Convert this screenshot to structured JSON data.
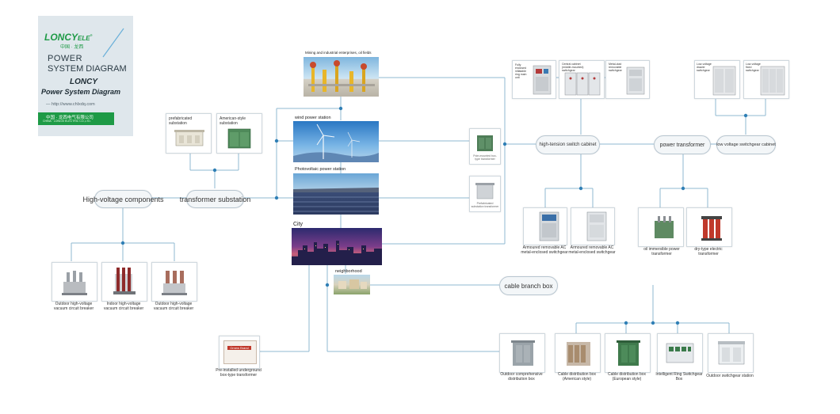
{
  "logo": {
    "brand": "LONCY",
    "brand_suffix": "ELE",
    "reg": "®",
    "cn_name": "中国 · 龙西",
    "line1": "POWER",
    "line2": "SYSTEM DIAGRAM",
    "line3": "LONCY",
    "line4": "Power System Diagram",
    "url": "— http://www.chlxdq.com",
    "band_cn": "中国 · 龙西电气有限公司",
    "band_en": "CHINA · LONGXI ELECTRIC CO.,LTD."
  },
  "center": {
    "mining_label": "Mining and industrial enterprises, oil fields",
    "wind_label": "wind power station",
    "pv_label": "Photovoltaic power station",
    "city_label": "City",
    "neighborhood_label": "neighborhood"
  },
  "left": {
    "high_voltage_components": "High-voltage components",
    "transformer_substation": "transformer substation",
    "prefab_substation": "prefabricated substation",
    "american_substation": "American-style substation",
    "breakers": [
      "Outdoor high-voltage vacuum circuit breaker",
      "Indoor high-voltage vacuum circuit breaker",
      "Outdoor high-voltage vacuum circuit breaker"
    ],
    "underground_transformer": "Pre-installed underground box-type transformer",
    "underground_brand": "Ornew Brand"
  },
  "right": {
    "high_tension": "high-tension switch cabinet",
    "power_transformer": "power transformer",
    "low_voltage": "low voltage switchgear cabinet",
    "ht_cabinets": [
      "Fully enclosed inflatable ring main unit",
      "Central cabinet (middle-mounted) switchgear",
      "Metal-clad removable switchgear"
    ],
    "lv_cabinets": [
      "Low-voltage drawer switchgear",
      "Low-voltage fixed switchgear"
    ],
    "mid_cabinets": [
      "Pole-mounted box-type transformer",
      "Prefabricated substation transformer"
    ],
    "armoured": [
      "Armoured removable AC metal-enclosed switchgear",
      "Armoured removable AC metal-enclosed switchgear"
    ],
    "transformers": [
      "oil immersible power transformer",
      "dry-type electric transformer"
    ]
  },
  "bottom": {
    "cable_branch_box": "cable branch box",
    "items": [
      "Outdoor comprehensive distribution box",
      "Cable distribution box (American style)",
      "Cable distribution box (European style)",
      "Intelligent Ring Switchgear Box",
      "Outdoor switchgear station"
    ]
  },
  "colors": {
    "line": "#8fb8d2",
    "dot": "#2f7fb5",
    "brand_green": "#1e9a46",
    "pill_bg": "#f3f6f8"
  }
}
